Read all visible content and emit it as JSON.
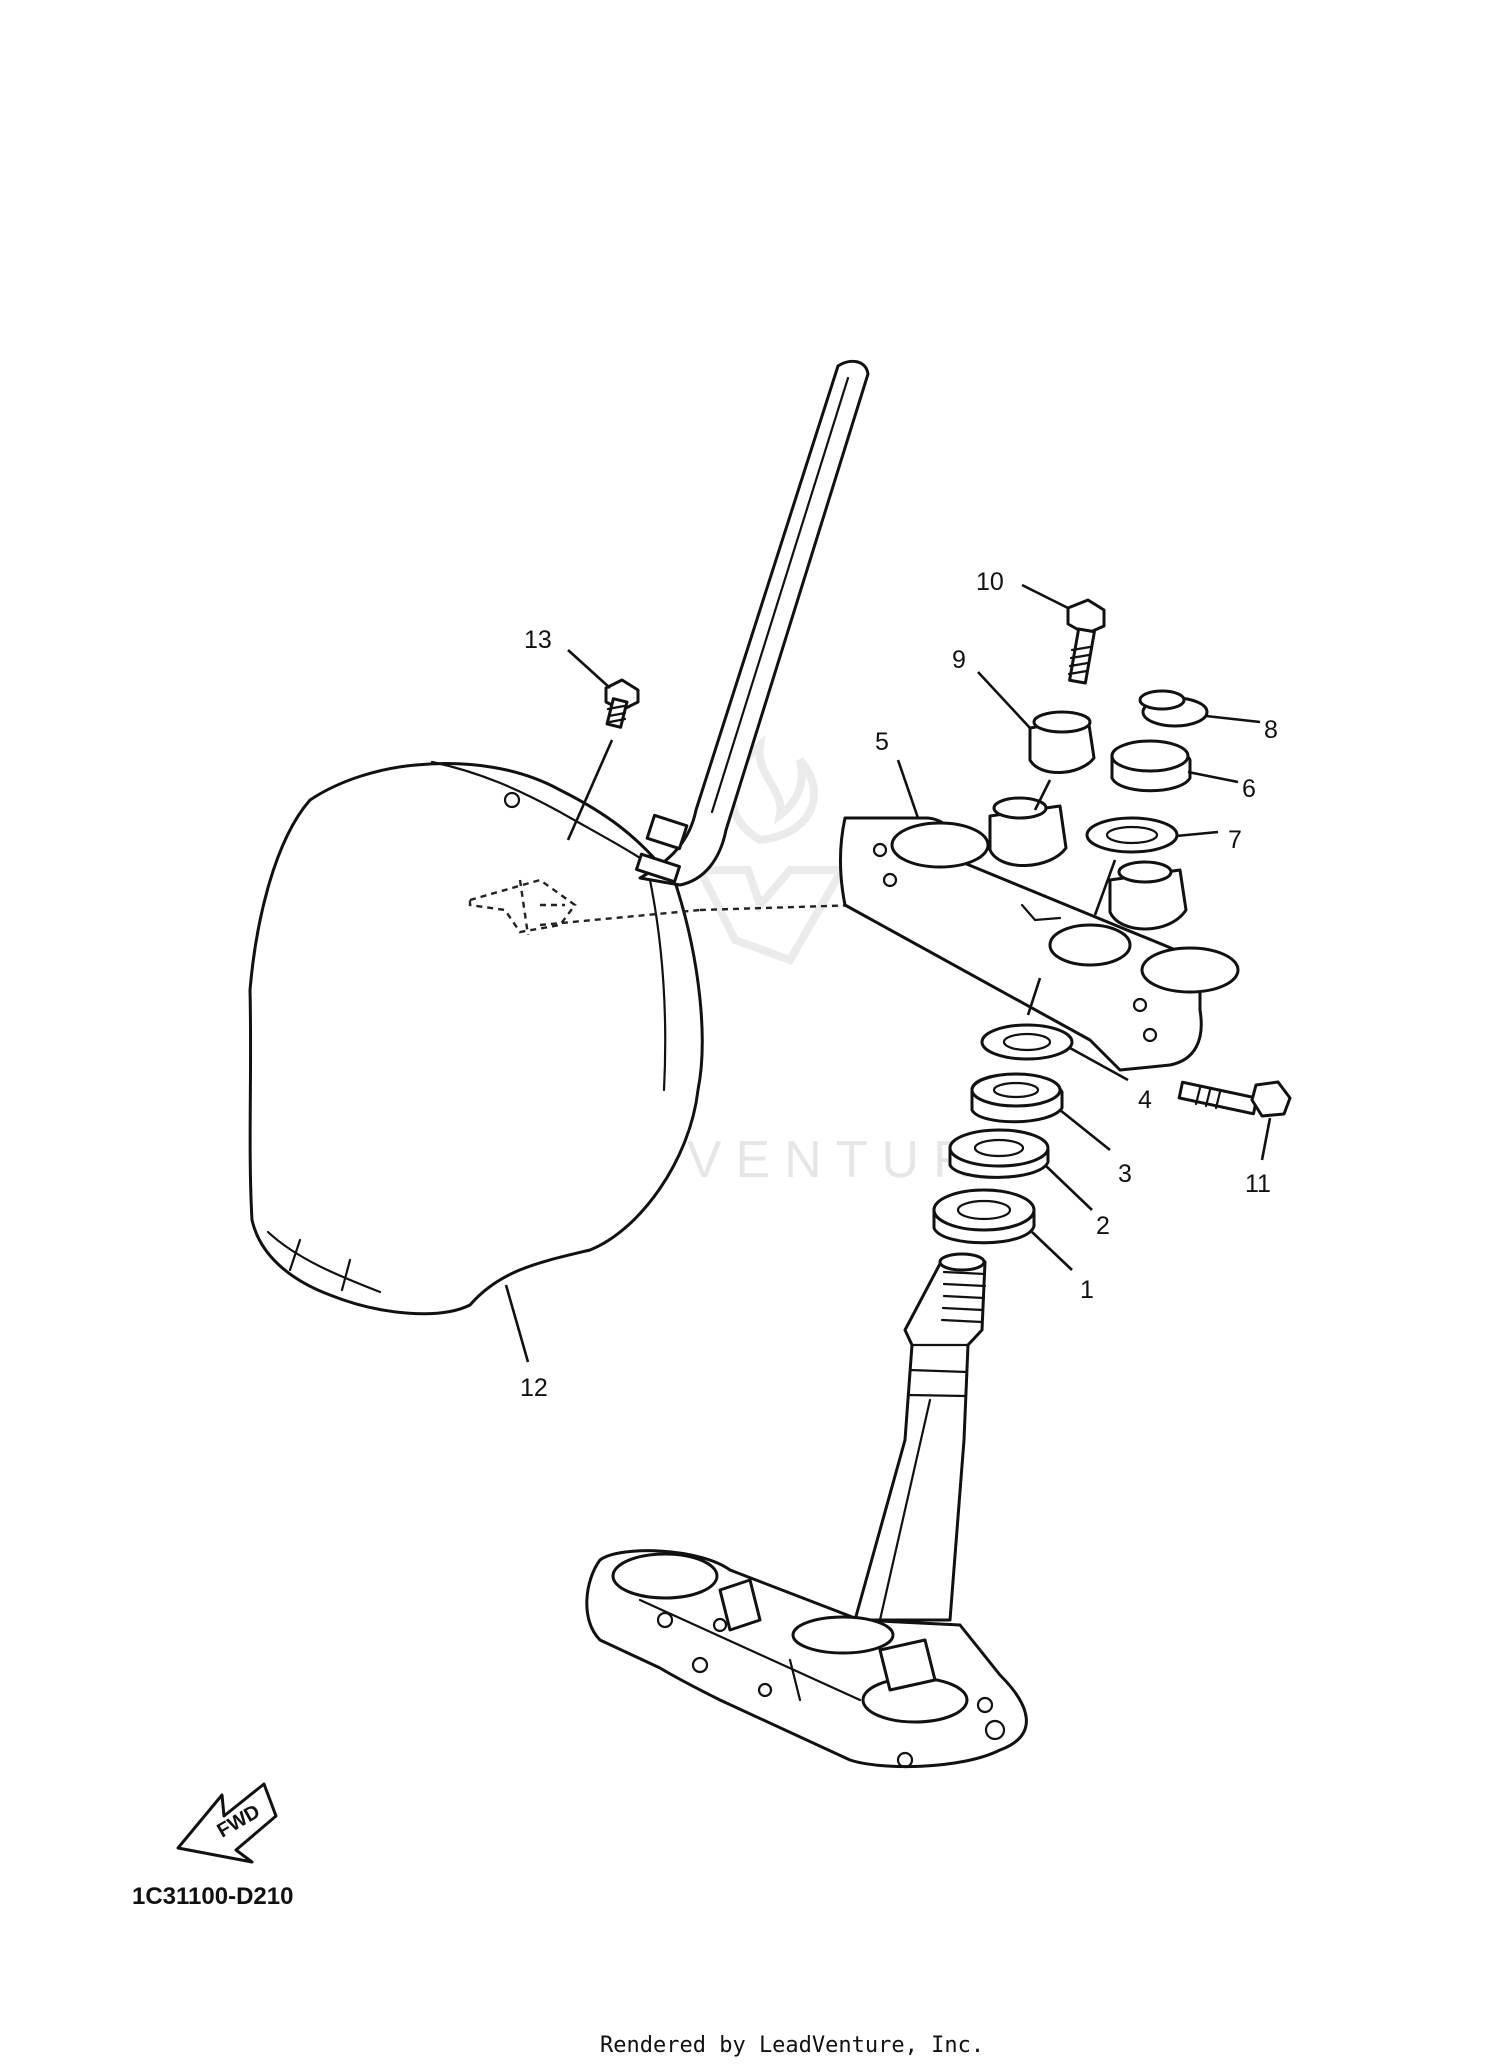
{
  "diagram": {
    "callouts": [
      {
        "id": "1",
        "label": "1"
      },
      {
        "id": "2",
        "label": "2"
      },
      {
        "id": "3",
        "label": "3"
      },
      {
        "id": "4",
        "label": "4"
      },
      {
        "id": "5",
        "label": "5"
      },
      {
        "id": "6",
        "label": "6"
      },
      {
        "id": "7",
        "label": "7"
      },
      {
        "id": "8",
        "label": "8"
      },
      {
        "id": "9",
        "label": "9"
      },
      {
        "id": "10",
        "label": "10"
      },
      {
        "id": "11",
        "label": "11"
      },
      {
        "id": "12",
        "label": "12"
      },
      {
        "id": "13",
        "label": "13"
      }
    ],
    "direction_arrow": "FWD",
    "diagram_code": "1C31100-D210",
    "watermark": "LEADVENTURE",
    "credit": "Rendered by LeadVenture, Inc."
  },
  "colors": {
    "line": "#111111",
    "background": "#ffffff",
    "watermark": "#e6e6e6"
  }
}
